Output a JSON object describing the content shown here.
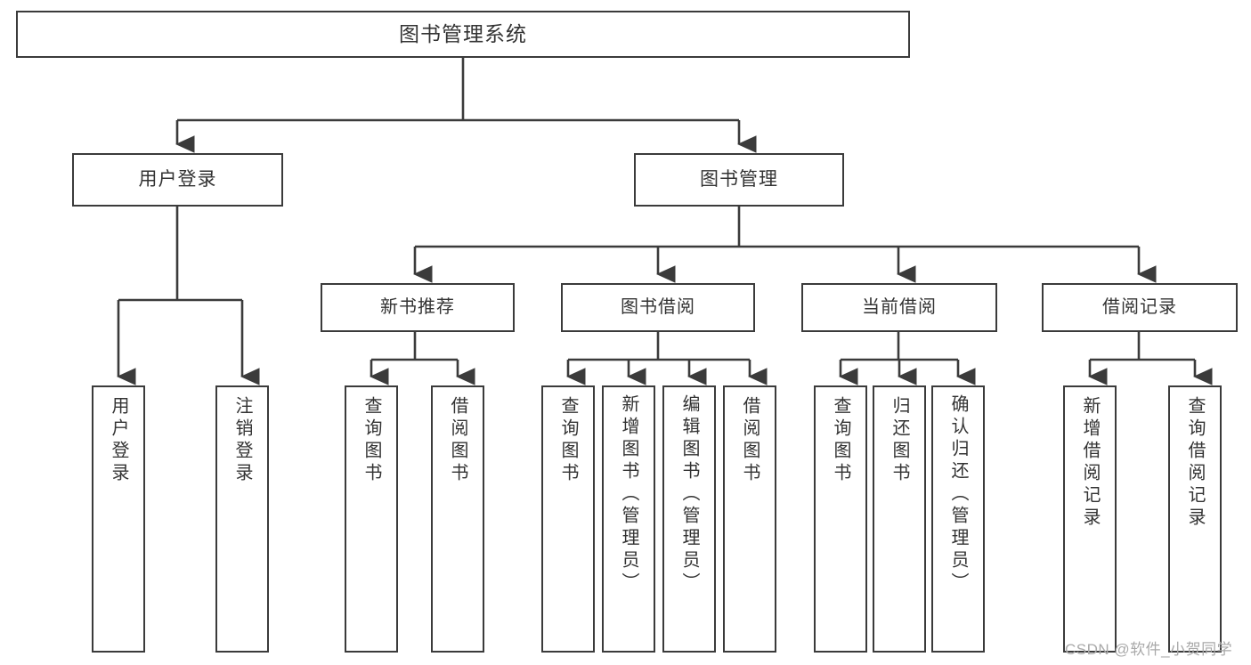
{
  "diagram": {
    "title": "图书管理系统",
    "type": "tree-hierarchy",
    "root": {
      "label": "图书管理系统"
    },
    "level1": [
      {
        "label": "用户登录"
      },
      {
        "label": "图书管理"
      }
    ],
    "level2": [
      {
        "label": "新书推荐"
      },
      {
        "label": "图书借阅"
      },
      {
        "label": "当前借阅"
      },
      {
        "label": "借阅记录"
      }
    ],
    "leaves": {
      "user_login": [
        {
          "label": "用户登录"
        },
        {
          "label": "注销登录"
        }
      ],
      "new_book_recommend": [
        {
          "label": "查询图书"
        },
        {
          "label": "借阅图书"
        }
      ],
      "book_borrow": [
        {
          "label": "查询图书"
        },
        {
          "label": "新增图书（管理员）"
        },
        {
          "label": "编辑图书（管理员）"
        },
        {
          "label": "借阅图书"
        }
      ],
      "current_borrow": [
        {
          "label": "查询图书"
        },
        {
          "label": "归还图书"
        },
        {
          "label": "确认归还（管理员）"
        }
      ],
      "borrow_records": [
        {
          "label": "新增借阅记录"
        },
        {
          "label": "查询借阅记录"
        }
      ]
    }
  },
  "watermark": {
    "text": "CSDN @软件_小贺同学"
  },
  "colors": {
    "border": "#3b3b3b",
    "text": "#333333",
    "background": "#ffffff",
    "watermark": "#a9a9a9"
  }
}
